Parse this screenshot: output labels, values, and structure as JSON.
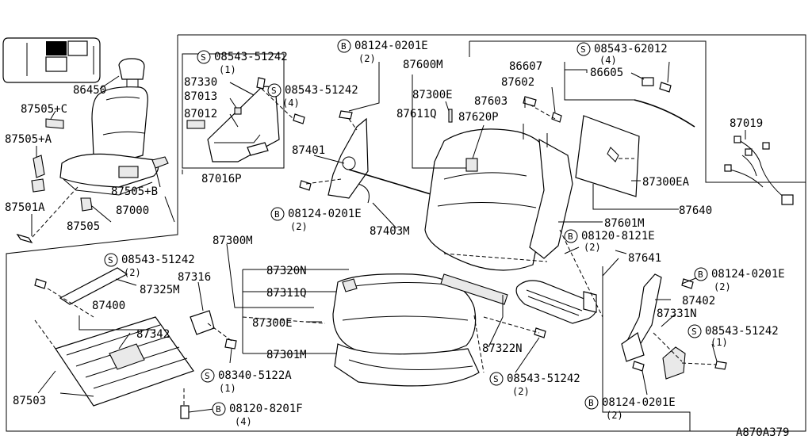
{
  "diagram": {
    "reference_code": "A870A379",
    "part_labels": [
      {
        "id": "86450",
        "text": "86450"
      },
      {
        "id": "87505c",
        "text": "87505+C"
      },
      {
        "id": "87505a",
        "text": "87505+A"
      },
      {
        "id": "87505b",
        "text": "87505+B"
      },
      {
        "id": "87501a",
        "text": "87501A"
      },
      {
        "id": "87000",
        "text": "87000"
      },
      {
        "id": "87505",
        "text": "87505"
      },
      {
        "id": "87330",
        "text": "87330"
      },
      {
        "id": "87013",
        "text": "87013"
      },
      {
        "id": "87012",
        "text": "87012"
      },
      {
        "id": "87016p",
        "text": "87016P"
      },
      {
        "id": "87600m",
        "text": "87600M"
      },
      {
        "id": "87300e_top",
        "text": "87300E"
      },
      {
        "id": "87611q",
        "text": "87611Q"
      },
      {
        "id": "87620p",
        "text": "87620P"
      },
      {
        "id": "87603",
        "text": "87603"
      },
      {
        "id": "87602",
        "text": "87602"
      },
      {
        "id": "86607",
        "text": "86607"
      },
      {
        "id": "86605",
        "text": "86605"
      },
      {
        "id": "87019",
        "text": "87019"
      },
      {
        "id": "87401",
        "text": "87401"
      },
      {
        "id": "87300ea",
        "text": "87300EA"
      },
      {
        "id": "87601m",
        "text": "87601M"
      },
      {
        "id": "87640",
        "text": "87640"
      },
      {
        "id": "87403m",
        "text": "87403M"
      },
      {
        "id": "87641",
        "text": "87641"
      },
      {
        "id": "87300m",
        "text": "87300M"
      },
      {
        "id": "87325m",
        "text": "87325M"
      },
      {
        "id": "87316",
        "text": "87316"
      },
      {
        "id": "87400",
        "text": "87400"
      },
      {
        "id": "87342",
        "text": "87342"
      },
      {
        "id": "87320n",
        "text": "87320N"
      },
      {
        "id": "87311q",
        "text": "87311Q"
      },
      {
        "id": "87300e_mid",
        "text": "87300E"
      },
      {
        "id": "87301m",
        "text": "87301M"
      },
      {
        "id": "87322n",
        "text": "87322N"
      },
      {
        "id": "87402",
        "text": "87402"
      },
      {
        "id": "87331n",
        "text": "87331N"
      },
      {
        "id": "87503",
        "text": "87503"
      }
    ],
    "callouts": [
      {
        "id": "c1",
        "prefix": "S",
        "number": "08543-51242",
        "qty": "(1)"
      },
      {
        "id": "c2",
        "prefix": "B",
        "number": "08124-0201E",
        "qty": "(2)"
      },
      {
        "id": "c3",
        "prefix": "S",
        "number": "08543-51242",
        "qty": "(4)"
      },
      {
        "id": "c4",
        "prefix": "S",
        "number": "08543-62012",
        "qty": "(4)"
      },
      {
        "id": "c5",
        "prefix": "B",
        "number": "08124-0201E",
        "qty": "(2)"
      },
      {
        "id": "c6",
        "prefix": "B",
        "number": "08120-8121E",
        "qty": "(2)"
      },
      {
        "id": "c7",
        "prefix": "S",
        "number": "08543-51242",
        "qty": "(2)"
      },
      {
        "id": "c8",
        "prefix": "B",
        "number": "08124-0201E",
        "qty": "(2)"
      },
      {
        "id": "c9",
        "prefix": "S",
        "number": "08543-51242",
        "qty": "(1)"
      },
      {
        "id": "c10",
        "prefix": "S",
        "number": "08340-5122A",
        "qty": "(1)"
      },
      {
        "id": "c11",
        "prefix": "B",
        "number": "08120-8201F",
        "qty": "(4)"
      },
      {
        "id": "c12",
        "prefix": "S",
        "number": "08543-51242",
        "qty": "(2)"
      },
      {
        "id": "c13",
        "prefix": "B",
        "number": "08124-0201E",
        "qty": "(2)"
      }
    ]
  }
}
